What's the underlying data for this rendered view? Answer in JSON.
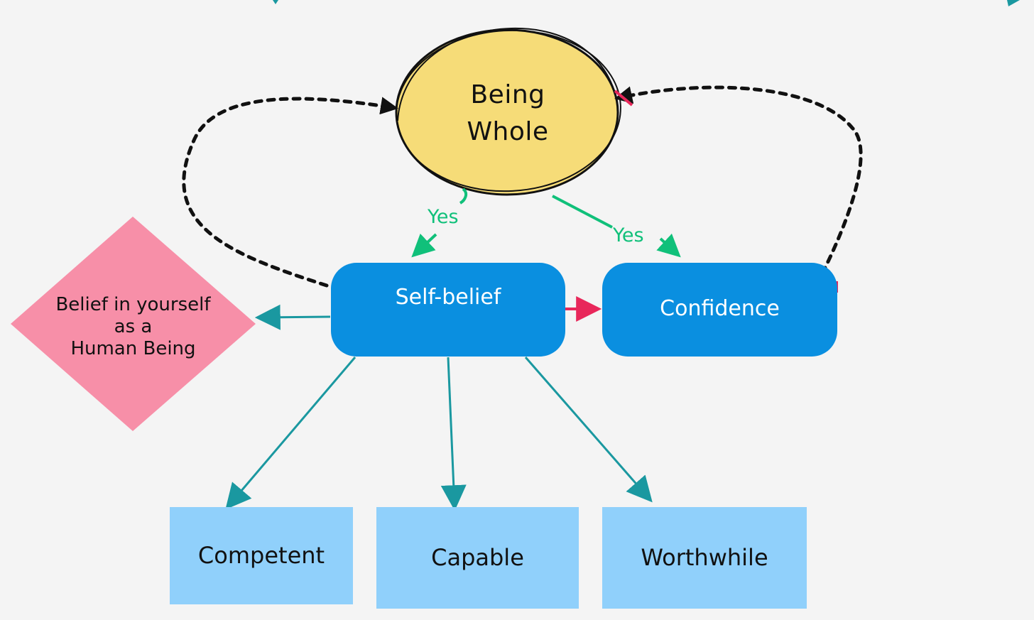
{
  "nodes": {
    "being_whole": "Being\nWhole",
    "self_belief": "Self-belief",
    "confidence": "Confidence",
    "belief_human": "Belief in yourself\nas a\nHuman Being",
    "competent": "Competent",
    "capable": "Capable",
    "worthwhile": "Worthwhile"
  },
  "edge_labels": {
    "yes_left": "Yes",
    "yes_right": "Yes"
  },
  "colors": {
    "background": "#f4f4f4",
    "being_whole_fill": "#f6dc78",
    "self_belief_fill": "#0a8fe0",
    "leaf_fill": "#90d0fb",
    "diamond_fill": "#f78fa8",
    "teal_arrow": "#1a98a0",
    "green_arrow": "#10c07a",
    "red_arrow": "#e8275a",
    "dotted_arrow": "#111111"
  }
}
